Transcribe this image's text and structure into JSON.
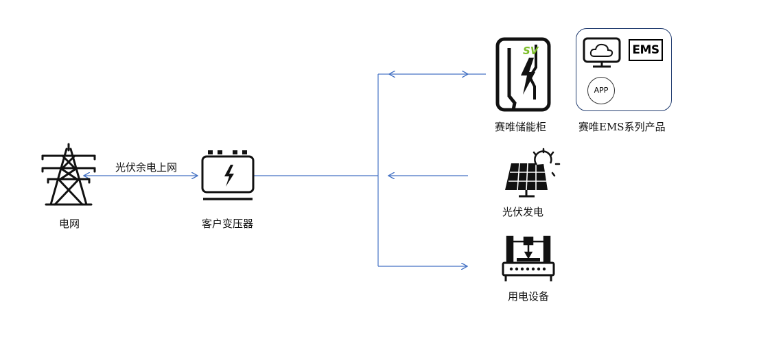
{
  "nodes": {
    "grid": "电网",
    "transformer": "客户变压器",
    "storage": "赛唯储能柜",
    "ems": "赛唯EMS系列产品",
    "pv": "光伏发电",
    "load": "用电设备"
  },
  "edge_label": "光伏余电上网",
  "ems_box": {
    "ems_text": "EMS",
    "app_text": "APP"
  },
  "storage_logo": "SV",
  "colors": {
    "line": "#4472c4",
    "logo_green": "#7dbd2a",
    "ems_border": "#1f3a6e"
  }
}
